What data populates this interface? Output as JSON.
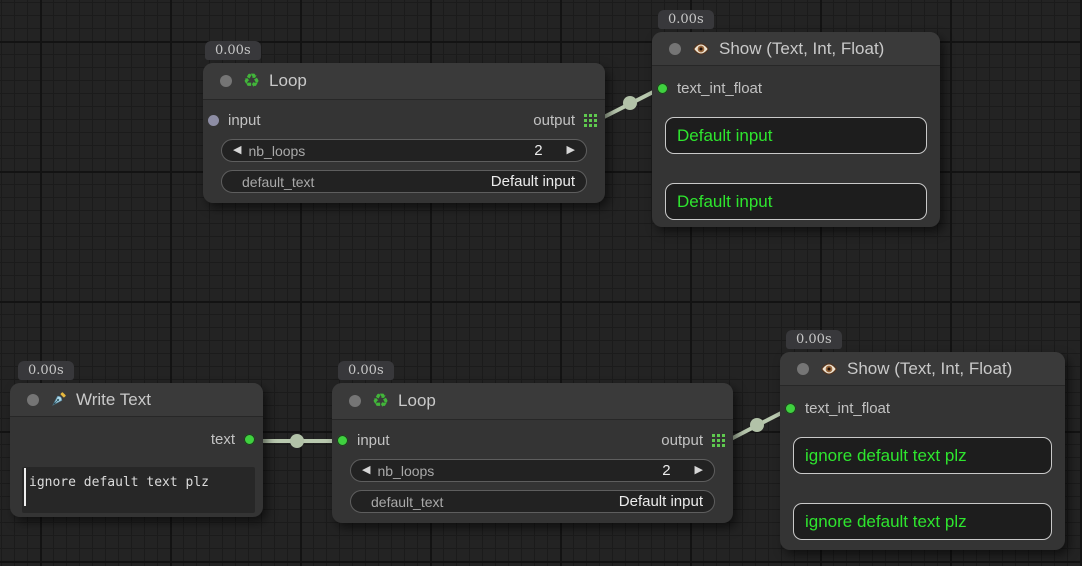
{
  "colors": {
    "canvas_bg": "#232323",
    "node_bg": "#343434",
    "node_header_bg": "#3a3a3a",
    "link": "#b9c9af",
    "connected_port_green": "#3fd13f",
    "unconnected_port_gray": "#8d8da4",
    "output_grid_icon_green": "#5fc94f",
    "show_text_green": "#2ee52e",
    "widget_bg": "#222222",
    "showbox_border": "#c9c9c9"
  },
  "nodes": {
    "loop_top": {
      "badge": "0.00s",
      "title": "Loop",
      "icon": "recycle-icon",
      "input_label": "input",
      "output_label": "output",
      "nb_loops_label": "nb_loops",
      "nb_loops_value": "2",
      "default_text_label": "default_text",
      "default_text_value": "Default input"
    },
    "show_top": {
      "badge": "0.00s",
      "title": "Show (Text, Int, Float)",
      "icon": "eye-icon",
      "input_label": "text_int_float",
      "box1": "Default input",
      "box2": "Default input"
    },
    "write_text": {
      "badge": "0.00s",
      "title": "Write Text",
      "icon": "fountain-pen-icon",
      "output_label": "text",
      "text_value": "ignore default text plz"
    },
    "loop_bottom": {
      "badge": "0.00s",
      "title": "Loop",
      "icon": "recycle-icon",
      "input_label": "input",
      "output_label": "output",
      "nb_loops_label": "nb_loops",
      "nb_loops_value": "2",
      "default_text_label": "default_text",
      "default_text_value": "Default input"
    },
    "show_bottom": {
      "badge": "0.00s",
      "title": "Show (Text, Int, Float)",
      "icon": "eye-icon",
      "input_label": "text_int_float",
      "box1": "ignore default text plz",
      "box2": "ignore default text plz"
    }
  }
}
